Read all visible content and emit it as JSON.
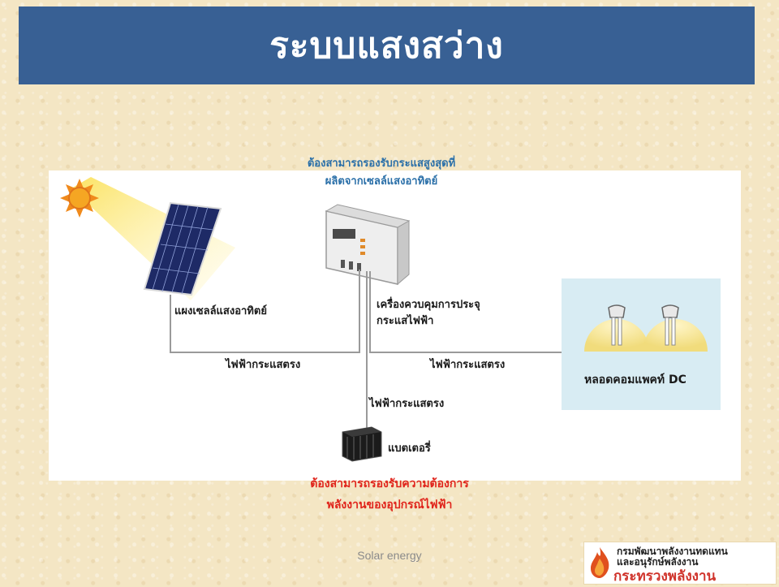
{
  "title": "ระบบแสงสว่าง",
  "diagram": {
    "note_top_line1": "ต้องสามารถรองรับกระแสสูงสุดที่",
    "note_top_line2": "ผลิตจากเซลล์แสงอาทิตย์",
    "solar_panel_label": "แผงเซลล์แสงอาทิตย์",
    "controller_label_line1": "เครื่องควบคุมการประจุ",
    "controller_label_line2": "กระแสไฟฟ้า",
    "dc_left_label": "ไฟฟ้ากระแสตรง",
    "dc_right_label": "ไฟฟ้ากระแสตรง",
    "dc_down_label": "ไฟฟ้ากระแสตรง",
    "battery_label": "แบตเตอรี่",
    "lamp_label": "หลอดคอมแพคท์ DC",
    "note_bottom_line1": "ต้องสามารถรองรับความต้องการ",
    "note_bottom_line2": "พลังงานของอุปกรณ์ไฟฟ้า"
  },
  "footer": {
    "caption": "Solar energy"
  },
  "logo": {
    "line1": "กรมพัฒนาพลังงานทดแทน",
    "line2": "และอนุรักษ์พลังงาน",
    "line3": "กระทรวงพลังงาน"
  },
  "colors": {
    "title_bar": "#386094",
    "note_top": "#2a6fa8",
    "note_bottom": "#e0241b",
    "lamp_box": "#d8ecf3"
  }
}
